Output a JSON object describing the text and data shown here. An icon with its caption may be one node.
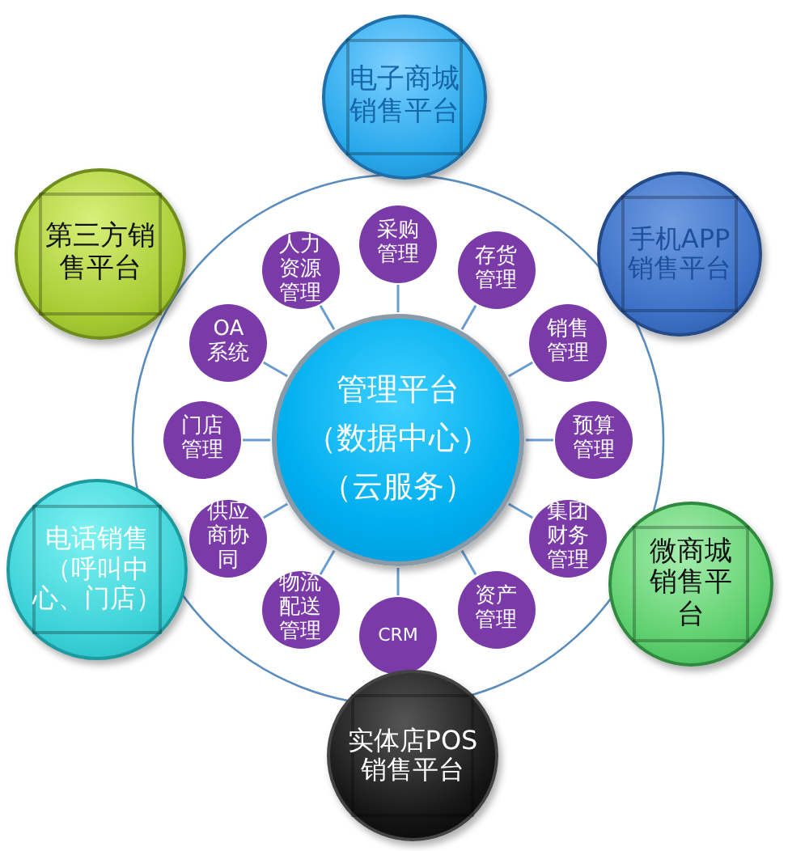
{
  "diagram": {
    "nodes": [
      {
        "text": [
          "管理平台",
          "（数据中心）",
          "（云服务）"
        ]
      },
      {
        "text": [
          "采购管理"
        ]
      },
      {
        "text": [
          "存货管理"
        ]
      },
      {
        "text": [
          "销售管理"
        ]
      },
      {
        "text": [
          "预算管理"
        ]
      },
      {
        "text": [
          "集团财务管理"
        ]
      },
      {
        "text": [
          "资产管理"
        ]
      },
      {
        "text": [
          "CRM"
        ]
      },
      {
        "text": [
          "物流配送管理"
        ]
      },
      {
        "text": [
          "供应商协同"
        ]
      },
      {
        "text": [
          "门店管理"
        ]
      },
      {
        "text": [
          "OA系统"
        ]
      },
      {
        "text": [
          "人力资源管理"
        ]
      },
      {
        "text": [
          "电子商城销售平台"
        ]
      },
      {
        "text": [
          "手机APP销售平台"
        ]
      },
      {
        "text": [
          "微商城销售平台"
        ]
      },
      {
        "text": [
          "实体店POS销售平台"
        ]
      },
      {
        "text": [
          "电话销售（呼叫中心、门店）"
        ]
      },
      {
        "text": [
          "第三方销售平台"
        ]
      }
    ],
    "edges": [
      {
        "from": 0,
        "to": 1,
        "arrow": "none"
      },
      {
        "from": 0,
        "to": 2,
        "arrow": "none"
      },
      {
        "from": 0,
        "to": 3,
        "arrow": "none"
      },
      {
        "from": 0,
        "to": 4,
        "arrow": "none"
      },
      {
        "from": 0,
        "to": 5,
        "arrow": "none"
      },
      {
        "from": 0,
        "to": 6,
        "arrow": "none"
      },
      {
        "from": 0,
        "to": 7,
        "arrow": "none"
      },
      {
        "from": 0,
        "to": 8,
        "arrow": "none"
      },
      {
        "from": 0,
        "to": 9,
        "arrow": "none"
      },
      {
        "from": 0,
        "to": 10,
        "arrow": "none"
      },
      {
        "from": 0,
        "to": 11,
        "arrow": "none"
      },
      {
        "from": 0,
        "to": 12,
        "arrow": "none"
      }
    ]
  }
}
